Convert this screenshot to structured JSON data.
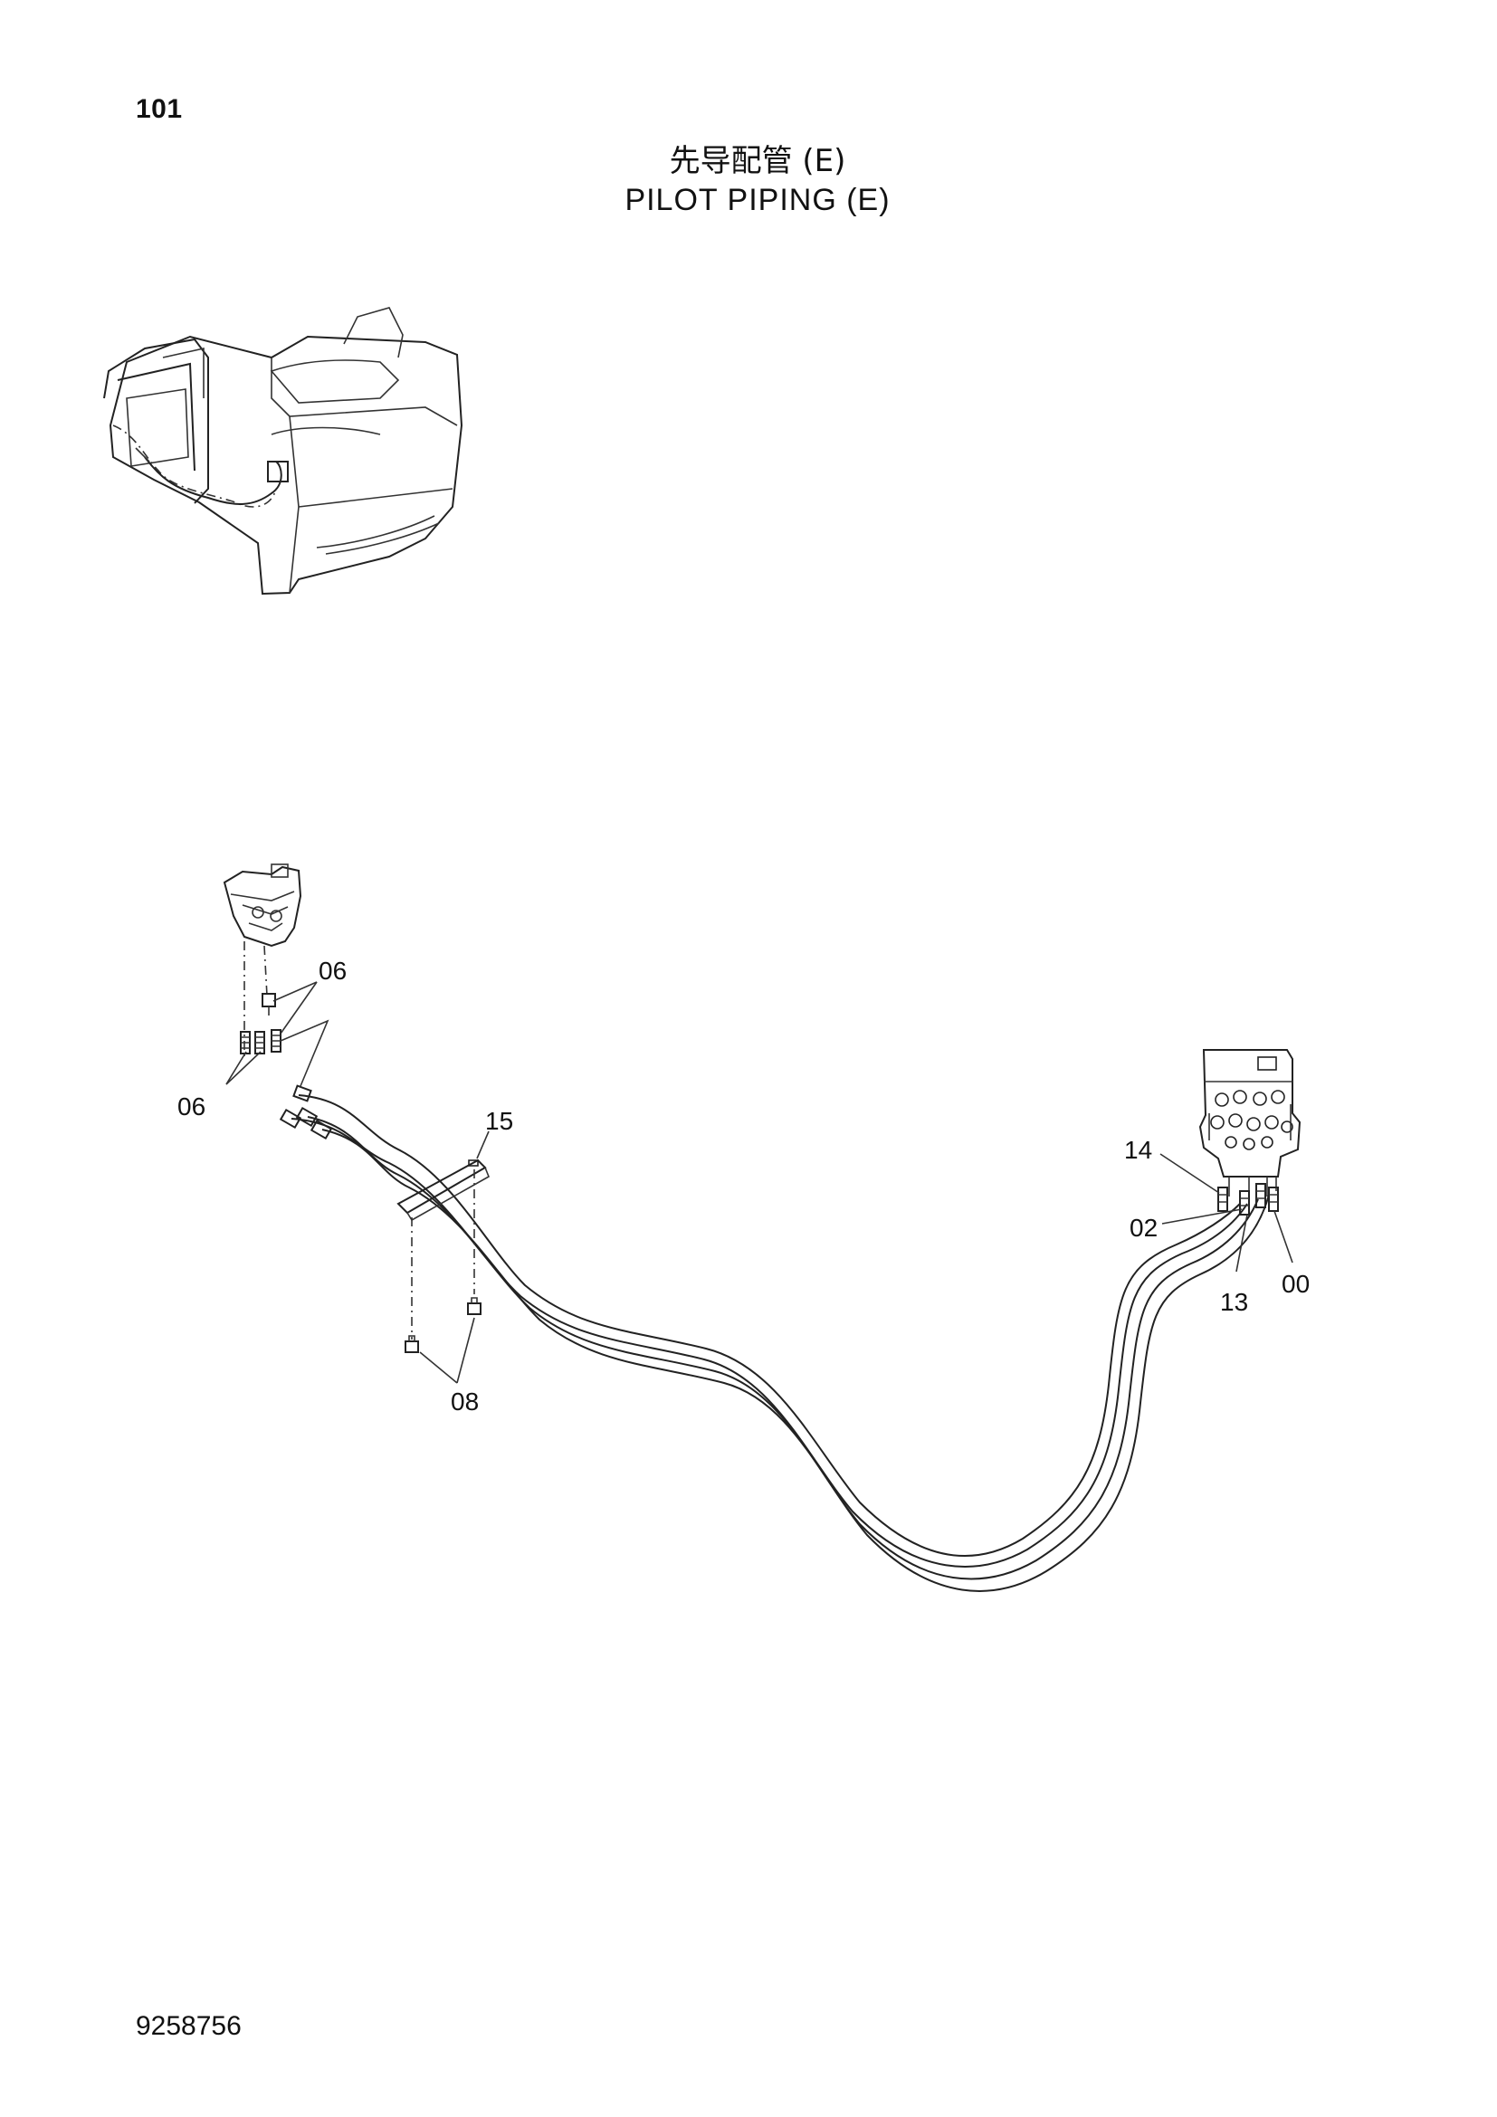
{
  "header": {
    "page_number": "101",
    "title_zh": "先导配管 (E)",
    "title_en": "PILOT PIPING (E)"
  },
  "footer": {
    "doc_number": "9258756"
  },
  "callouts": {
    "c06_top": "06",
    "c06_left": "06",
    "c15": "15",
    "c08": "08",
    "c14": "14",
    "c02": "02",
    "c13": "13",
    "c00": "00"
  }
}
